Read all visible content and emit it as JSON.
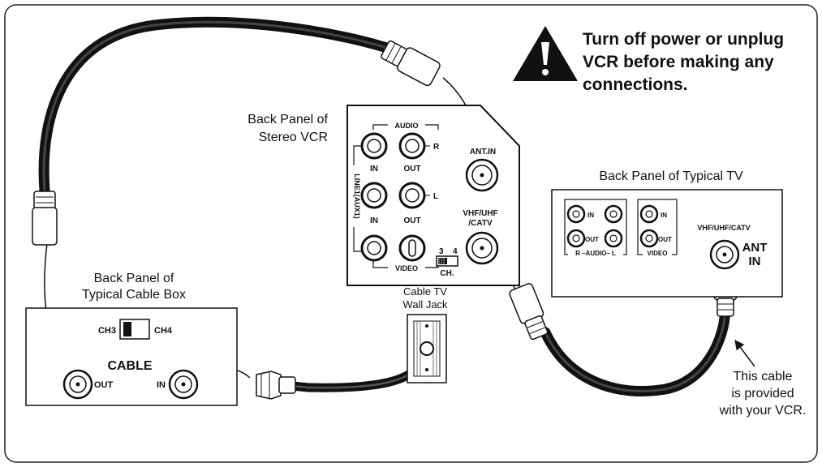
{
  "warning": {
    "line1": "Turn off power or unplug",
    "line2": "VCR before making any",
    "line3": "connections."
  },
  "vcr": {
    "title_line1": "Back Panel of",
    "title_line2": "Stereo VCR",
    "audio_label": "AUDIO",
    "video_label": "VIDEO",
    "line_label": "LINE1(AUX1)",
    "in_label": "IN",
    "out_label": "OUT",
    "r_label": "R",
    "l_label": "L",
    "ant_in_label": "ANT.IN",
    "vhf_line1": "VHF/UHF",
    "vhf_line2": "/CATV",
    "ch3": "3",
    "ch4": "4",
    "ch_label": "CH."
  },
  "tv": {
    "title": "Back Panel of Typical TV",
    "in_label": "IN",
    "out_label": "OUT",
    "audio_row": "R –AUDIO– L",
    "video_label": "VIDEO",
    "vhf_label": "VHF/UHF/CATV",
    "ant_line1": "ANT",
    "ant_line2": "IN"
  },
  "cable_box": {
    "title_line1": "Back Panel of",
    "title_line2": "Typical Cable Box",
    "ch3": "CH3",
    "ch4": "CH4",
    "cable_label": "CABLE",
    "out_label": "OUT",
    "in_label": "IN"
  },
  "wall_jack": {
    "line1": "Cable TV",
    "line2": "Wall Jack"
  },
  "note": {
    "line1": "This cable",
    "line2": "is provided",
    "line3": "with your VCR."
  }
}
